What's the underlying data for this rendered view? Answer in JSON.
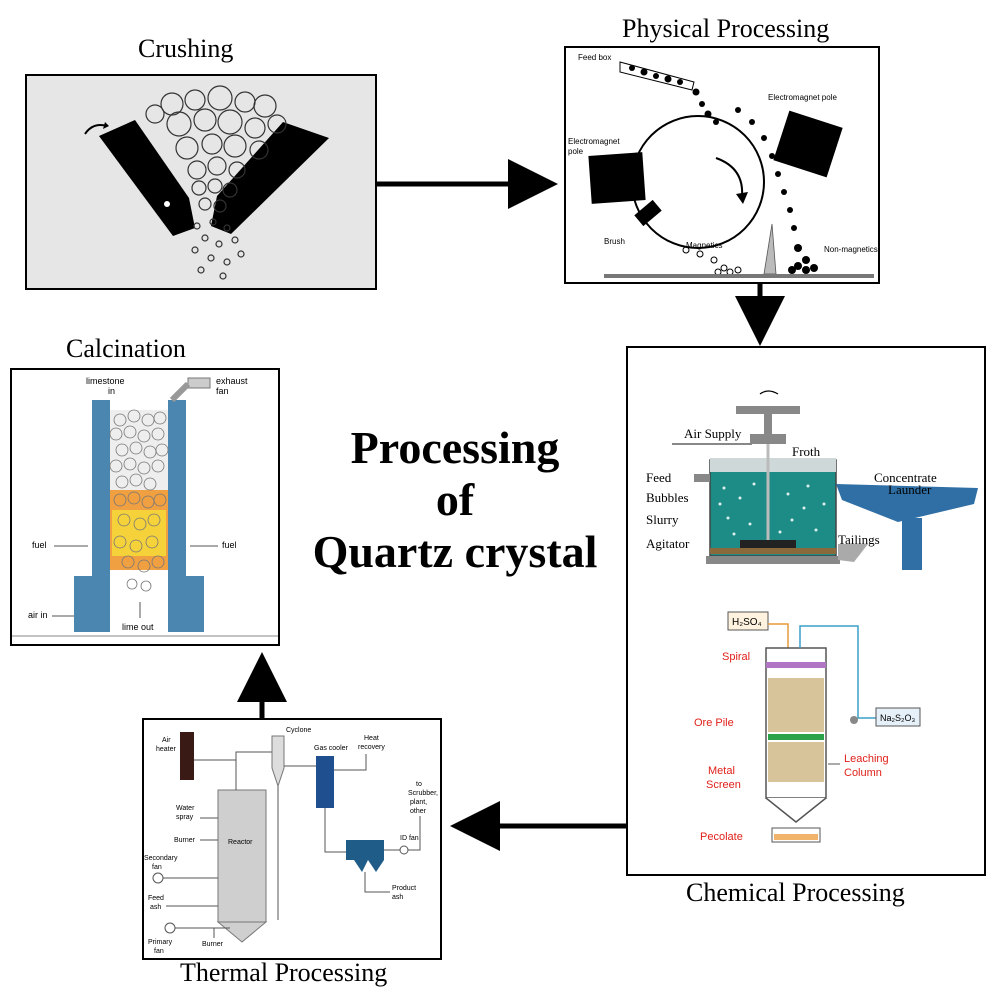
{
  "title": {
    "line1": "Processing",
    "line2": "of",
    "line3": "Quartz crystal"
  },
  "stages": {
    "crushing": {
      "title": "Crushing"
    },
    "physical": {
      "title": "Physical Processing",
      "labels": {
        "feed_box": "Feed box",
        "electromagnet_pole_right": "Electromagnet pole",
        "electromagnet_left_1": "Electromagnet",
        "electromagnet_left_2": "pole",
        "brush": "Brush",
        "magnetics": "Magnetics",
        "non_magnetics": "Non-magnetics"
      }
    },
    "chemical": {
      "title": "Chemical Processing",
      "flotation": {
        "air_supply": "Air Supply",
        "froth": "Froth",
        "feed": "Feed",
        "bubbles": "Bubbles",
        "slurry": "Slurry",
        "agitator": "Agitator",
        "concentrate": "Concentrate",
        "launder": "Launder",
        "tailings": "Tailings"
      },
      "leaching": {
        "h2so4": "H₂SO₄",
        "na2s2o3": "Na₂S₂O₃",
        "spiral": "Spiral",
        "ore_pile": "Ore Pile",
        "metal_screen_1": "Metal",
        "metal_screen_2": "Screen",
        "leaching_column_1": "Leaching",
        "leaching_column_2": "Column",
        "pecolate": "Pecolate"
      }
    },
    "thermal": {
      "title": "Thermal Processing",
      "labels": {
        "air_heater_1": "Air",
        "air_heater_2": "heater",
        "cyclone": "Cyclone",
        "gas_cooler": "Gas cooler",
        "heat_recovery_1": "Heat",
        "heat_recovery_2": "recovery",
        "water_spray_1": "Water",
        "water_spray_2": "spray",
        "burner_top": "Burner",
        "reactor": "Reactor",
        "secondary_fan_1": "Secondary",
        "secondary_fan_2": "fan",
        "feed_ash_1": "Feed",
        "feed_ash_2": "ash",
        "primary_fan_1": "Primary",
        "primary_fan_2": "fan",
        "burner_bottom": "Burner",
        "id_fan": "ID fan",
        "to_1": "to",
        "to_2": "Scrubber,",
        "to_3": "plant,",
        "to_4": "other",
        "product_ash_1": "Product",
        "product_ash_2": "ash"
      }
    },
    "calcination": {
      "title": "Calcination",
      "labels": {
        "limestone_1": "limestone",
        "limestone_2": "in",
        "exhaust_1": "exhaust",
        "exhaust_2": "fan",
        "fuel_left": "fuel",
        "fuel_right": "fuel",
        "air_in": "air in",
        "lime_out": "lime out"
      }
    }
  },
  "colors": {
    "kiln": "#4a86b0",
    "slurry": "#1d8c86",
    "launder": "#2f6fa5",
    "red_label": "#e0201a",
    "gas_cooler": "#1f4f8f",
    "air_heater": "#3a1a14"
  }
}
